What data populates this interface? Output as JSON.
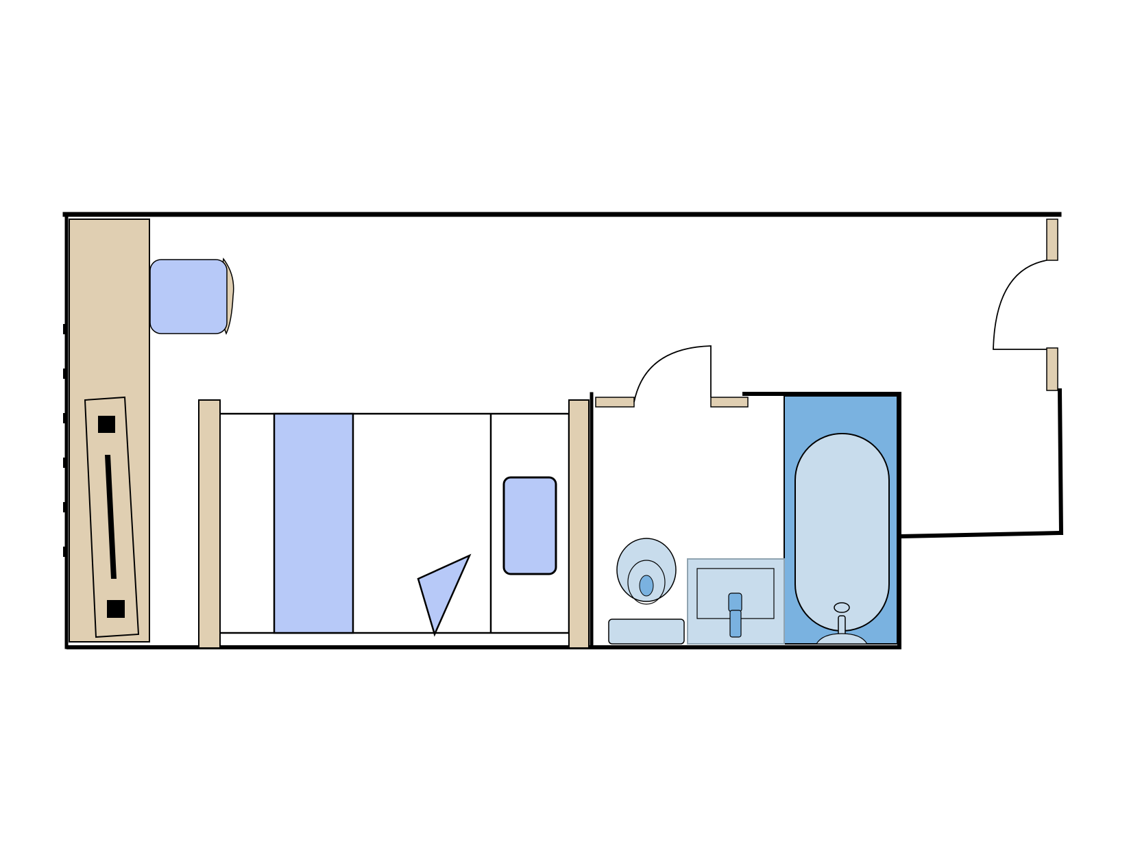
{
  "diagram": {
    "type": "floor-plan",
    "rooms": [
      "main-room",
      "bathroom"
    ],
    "furniture": [
      "desk-counter",
      "chair",
      "tv-unit",
      "bed",
      "pillow",
      "folded-blanket",
      "toilet",
      "sink",
      "bathtub"
    ],
    "doors": [
      "entrance-door",
      "bathroom-door"
    ]
  },
  "colors": {
    "wall": "#000000",
    "wood": "#e0cfb2",
    "fabric": "#b7c9f8",
    "fixture": "#c8dcec",
    "tub_alcove": "#7ab2e0",
    "background": "#ffffff"
  },
  "icons": {
    "chair": "armchair-icon",
    "toilet": "toilet-icon",
    "sink": "sink-icon",
    "bathtub": "bathtub-icon",
    "door": "door-swing-icon"
  }
}
